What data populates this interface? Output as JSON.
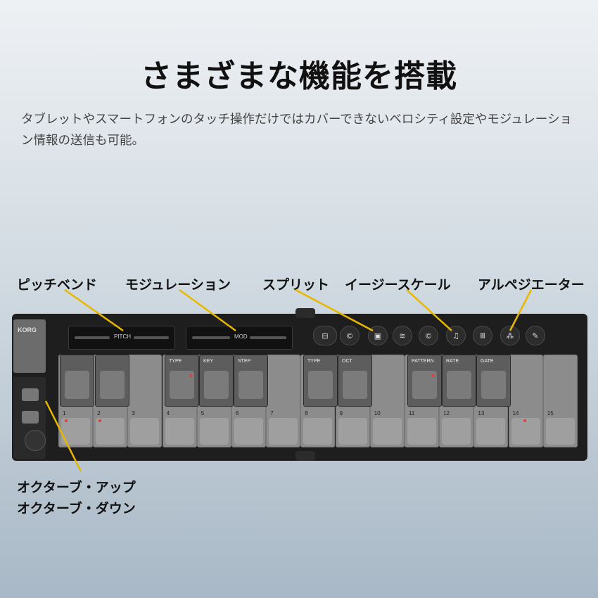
{
  "heading": "さまざまな機能を搭載",
  "description": "タブレットやスマートフォンのタッチ操作だけではカバーできないベロシティ設定やモジュレーション情報の送信も可能。",
  "callouts": {
    "pitch_bend": "ピッチベンド",
    "modulation": "モジュレーション",
    "split": "スプリット",
    "easy_scale": "イージースケール",
    "arpeggiator": "アルペジエーター",
    "octave_up": "オクターブ・アップ",
    "octave_down": "オクターブ・ダウン"
  },
  "device": {
    "brand": "KORG",
    "sliders": {
      "pitch": "PITCH",
      "mod": "MOD"
    },
    "black_key_labels": [
      "",
      "",
      "TYPE",
      "KEY",
      "STEP",
      "TYPE",
      "OCT",
      "PATTERN",
      "RATE",
      "GATE"
    ],
    "white_key_numbers": [
      "1",
      "2",
      "3",
      "4",
      "5",
      "6",
      "7",
      "8",
      "9",
      "10",
      "11",
      "12",
      "13",
      "14",
      "15"
    ]
  },
  "colors": {
    "callout_line": "#e8b800",
    "led_red": "#e04040"
  }
}
